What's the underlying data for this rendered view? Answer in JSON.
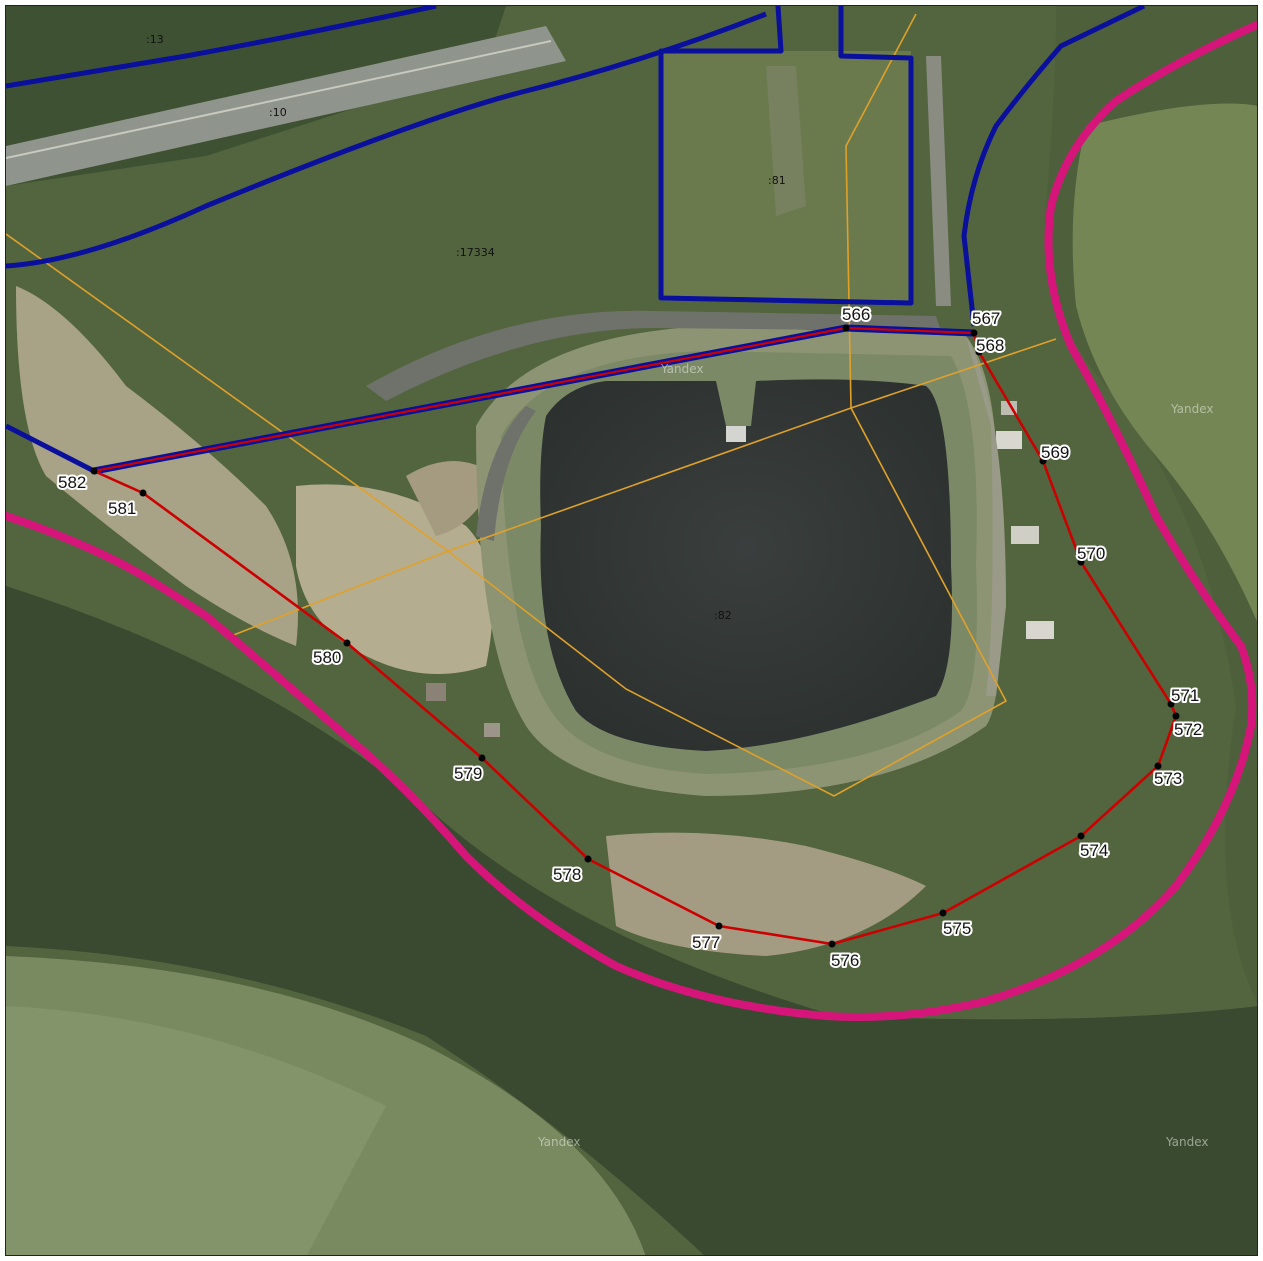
{
  "map": {
    "parcels": [
      {
        "id": "parcel-13",
        "label": ":13"
      },
      {
        "id": "parcel-10",
        "label": ":10"
      },
      {
        "id": "parcel-81",
        "label": ":81"
      },
      {
        "id": "parcel-17334",
        "label": ":17334"
      },
      {
        "id": "parcel-82",
        "label": ":82"
      }
    ],
    "boundary_points": [
      {
        "label": "566"
      },
      {
        "label": "567"
      },
      {
        "label": "568"
      },
      {
        "label": "569"
      },
      {
        "label": "570"
      },
      {
        "label": "571"
      },
      {
        "label": "572"
      },
      {
        "label": "573"
      },
      {
        "label": "574"
      },
      {
        "label": "575"
      },
      {
        "label": "576"
      },
      {
        "label": "577"
      },
      {
        "label": "578"
      },
      {
        "label": "579"
      },
      {
        "label": "580"
      },
      {
        "label": "581"
      },
      {
        "label": "582"
      }
    ],
    "watermarks": [
      "Yandex",
      "Yandex",
      "Yandex",
      "Yandex"
    ],
    "colors": {
      "cadastral_boundary": "#0a0f9c",
      "surveyed_boundary": "#cc0000",
      "zone_boundary": "#d6157a",
      "grid_line": "#e0a12a",
      "point_marker": "#000000"
    }
  }
}
